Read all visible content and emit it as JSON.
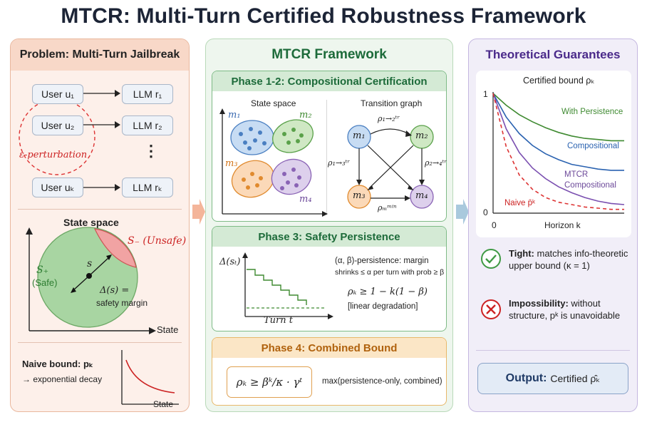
{
  "title": "MTCR: Multi-Turn Certified Robustness Framework",
  "colors": {
    "left_border": "#e9b79d",
    "mid_accent": "#1d6b3a",
    "right_accent": "#4a2a8a",
    "unsafe_red": "#d33",
    "safe_green": "#a8d5a2"
  },
  "problem": {
    "header": "Problem: Multi-Turn Jailbreak",
    "users": [
      "User u₁",
      "User u₂",
      "User uₖ"
    ],
    "llms": [
      "LLM r₁",
      "LLM r₂",
      "LLM rₖ"
    ],
    "dots": "⋮",
    "perturbation": "ε-perturbation",
    "state_space": {
      "title": "State space",
      "unsafe": "S₋ (Unsafe)",
      "safe_1": "S₊",
      "safe_2": "(Safe)",
      "s": "s",
      "margin_1": "Δ(s) =",
      "margin_2": "safety margin",
      "axis": "State"
    },
    "naive": {
      "label_1": "Naive bound: pₖ",
      "label_2": "→ exponential decay",
      "axis": "State"
    }
  },
  "framework": {
    "header": "MTCR Framework",
    "phase12": {
      "title": "Phase 1-2: Compositional Certification",
      "state_space": "State space",
      "transition": "Transition graph",
      "clusters": [
        "m₁",
        "m₂",
        "m₃",
        "m₄"
      ],
      "nodes": [
        "m₁",
        "m₂",
        "m₃",
        "m₄"
      ],
      "edges": {
        "e12": "ρ₁→₂ᵗʳ",
        "e13": "ρ₁→₃ᵗʳ",
        "e24": "ρ₂→₄ᵗʳ",
        "emin": "ρₘᵐⁱⁿ"
      }
    },
    "phase3": {
      "title": "Phase 3: Safety Persistence",
      "yaxis": "Δ(sₜ)",
      "xaxis": "Turn t",
      "desc_1": "(α, β)-persistence: margin",
      "desc_2": "shrinks ≤ α per turn with prob ≥ β",
      "formula": "ρₖ ≥ 1 − k(1 − β)",
      "note": "[linear degradation]"
    },
    "phase4": {
      "title": "Phase 4: Combined Bound",
      "formula": "ρₖ ≥ βᵏ/κ · γᵗ",
      "note": "max(persistence-only, combined)"
    }
  },
  "guarantees": {
    "header": "Theoretical Guarantees",
    "chart_title": "Certified bound ρₖ",
    "y_top": "1",
    "y_bottom": "0",
    "x_zero": "0",
    "x_label": "Horizon k",
    "series_labels": [
      "With Persistence",
      "Compositional",
      "MTCR",
      "Compositional",
      "Naive p̄ᵏ"
    ],
    "tight_bold": "Tight:",
    "tight_rest": "matches info-theoretic upper bound (κ = 1)",
    "imp_bold": "Impossibility:",
    "imp_rest": "without structure, pᵏ is unavoidable",
    "output_bold": "Output:",
    "output_rest": "Certified ρ̂ₖ"
  },
  "chart_data": {
    "type": "line",
    "title": "Certified bound ρₖ",
    "xlabel": "Horizon k",
    "ylabel": "",
    "ylim": [
      0,
      1
    ],
    "x": [
      0,
      1,
      2,
      3,
      4,
      5,
      6,
      7,
      8,
      9,
      10
    ],
    "series": [
      {
        "name": "With Persistence",
        "values": [
          1.0,
          0.9,
          0.82,
          0.76,
          0.71,
          0.67,
          0.64,
          0.62,
          0.61,
          0.6,
          0.6
        ]
      },
      {
        "name": "Compositional",
        "values": [
          1.0,
          0.8,
          0.66,
          0.56,
          0.49,
          0.44,
          0.4,
          0.38,
          0.36,
          0.35,
          0.35
        ]
      },
      {
        "name": "MTCR Compositional",
        "values": [
          1.0,
          0.7,
          0.5,
          0.37,
          0.28,
          0.21,
          0.16,
          0.12,
          0.09,
          0.07,
          0.06
        ]
      },
      {
        "name": "Naive p̄ᵏ",
        "values": [
          1.0,
          0.55,
          0.31,
          0.19,
          0.12,
          0.08,
          0.06,
          0.04,
          0.03,
          0.02,
          0.02
        ]
      }
    ]
  }
}
